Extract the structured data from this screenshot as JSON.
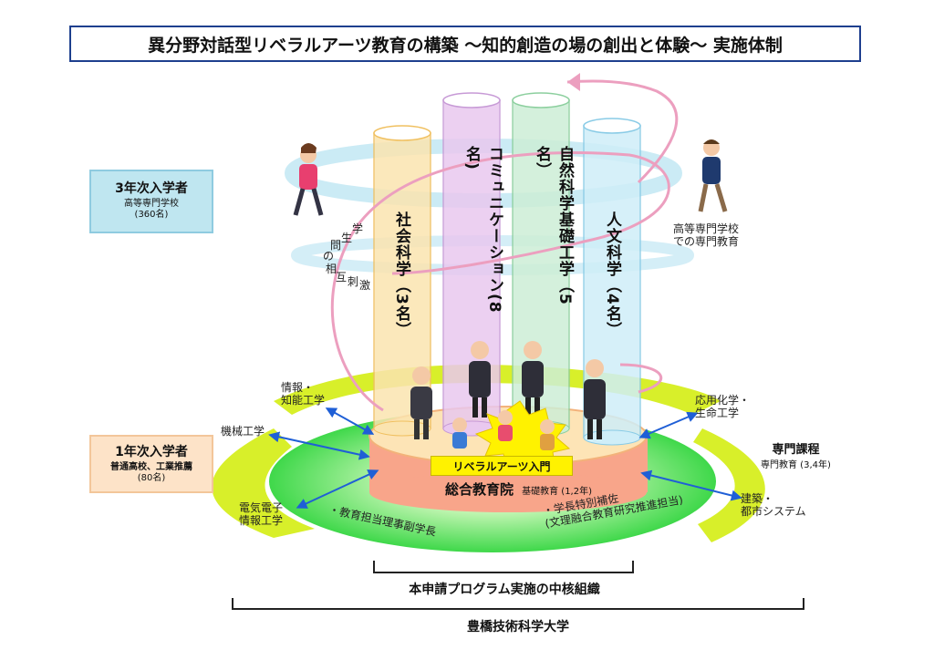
{
  "title": "異分野対話型リベラルアーツ教育の構築 〜知的創造の場の創出と体験〜 実施体制",
  "entry3": {
    "heading": "3年次入学者",
    "line1": "高等専門学校",
    "line2": "(360名)"
  },
  "entry1": {
    "heading": "1年次入学者",
    "line1": "普通高校、工業推薦",
    "line2": "(80名)"
  },
  "pillars": [
    {
      "label": "社会科学（3名）",
      "color": "#fbe4b0",
      "border": "#f0c060"
    },
    {
      "label": "コミュニケーション(8名)",
      "color": "#e9c8ef",
      "border": "#c79ad6"
    },
    {
      "label": "自然科学基礎工学（5名）",
      "color": "#cdeed6",
      "border": "#8ccf9e"
    },
    {
      "label": "人文科学（4名）",
      "color": "#cfeef8",
      "border": "#89cbe6"
    }
  ],
  "stimulus_chars": [
    "学",
    "生",
    "問",
    "の",
    "相",
    "互",
    "刺",
    "激"
  ],
  "kosen_label": {
    "line1": "高等専門学校",
    "line2": "での専門教育"
  },
  "fields_left": [
    {
      "line1": "情報・",
      "line2": "知能工学"
    },
    {
      "line1": "機械工学",
      "line2": ""
    },
    {
      "line1": "電気電子",
      "line2": "情報工学"
    }
  ],
  "fields_right": [
    {
      "line1": "応用化学・",
      "line2": "生命工学"
    },
    {
      "line1": "建築・",
      "line2": "都市システム"
    }
  ],
  "specialty": {
    "heading": "専門課程",
    "sub": "専門教育 (3,4年)"
  },
  "liberal_intro": "リベラルアーツ入門",
  "center": {
    "name": "総合教育院",
    "sub": "基礎教育 (1,2年)"
  },
  "role_left": "・教育担当理事副学長",
  "role_right": {
    "line1": "・学長特別補佐",
    "line2": "(文理融合教育研究推進担当)"
  },
  "core_org": "本申請プログラム実施の中核組織",
  "university": "豊橋技術科学大学",
  "colors": {
    "title_border": "#1e3f8e",
    "arrow": "#1f5fd6",
    "ring_outer": "#d8ef2a",
    "ring_inner": "#3fd84a",
    "base": "#f8a58a",
    "spiral": "#ec9fbf"
  }
}
